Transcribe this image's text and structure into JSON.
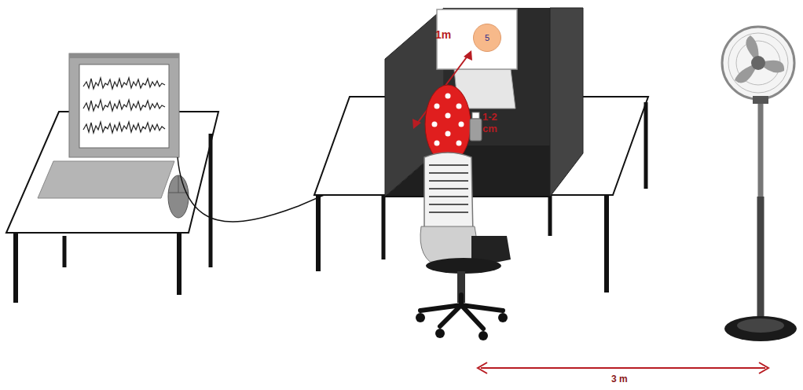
{
  "diagram": {
    "nodes": [
      {
        "text": [
          "5"
        ]
      }
    ],
    "labels": [
      "1m",
      "1-2 cm",
      "3 m"
    ]
  }
}
